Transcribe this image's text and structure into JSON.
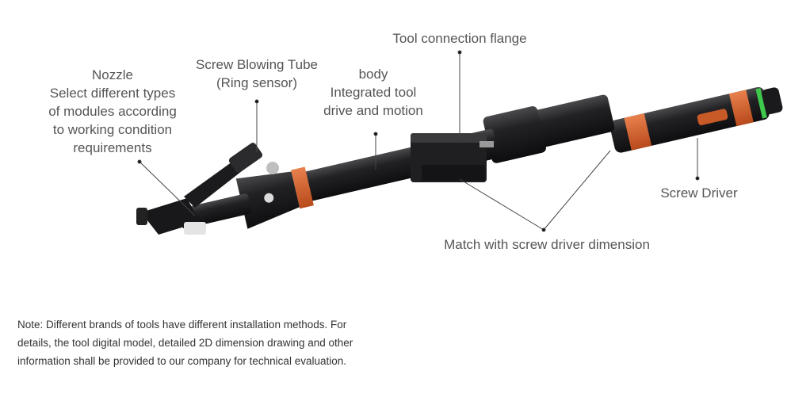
{
  "labels": {
    "nozzle": [
      "Nozzle",
      "Select different types",
      "of modules according",
      "to working condition",
      "requirements"
    ],
    "blowing_tube": [
      "Screw Blowing Tube",
      "(Ring sensor)"
    ],
    "body": [
      "body",
      "Integrated tool",
      "drive and motion"
    ],
    "flange": [
      "Tool connection flange"
    ],
    "screw_driver": [
      "Screw Driver"
    ],
    "match": [
      "Match with screw driver dimension"
    ]
  },
  "note": [
    "Note: Different brands of tools have different installation methods. For",
    "details, the tool digital model, detailed 2D dimension drawing and other",
    "information shall be provided to our company for technical evaluation."
  ],
  "colors": {
    "body": "#1d1d1f",
    "accent_orange": "#d4622f",
    "ring_green": "#3ec94a",
    "leader_line": "#444444"
  }
}
